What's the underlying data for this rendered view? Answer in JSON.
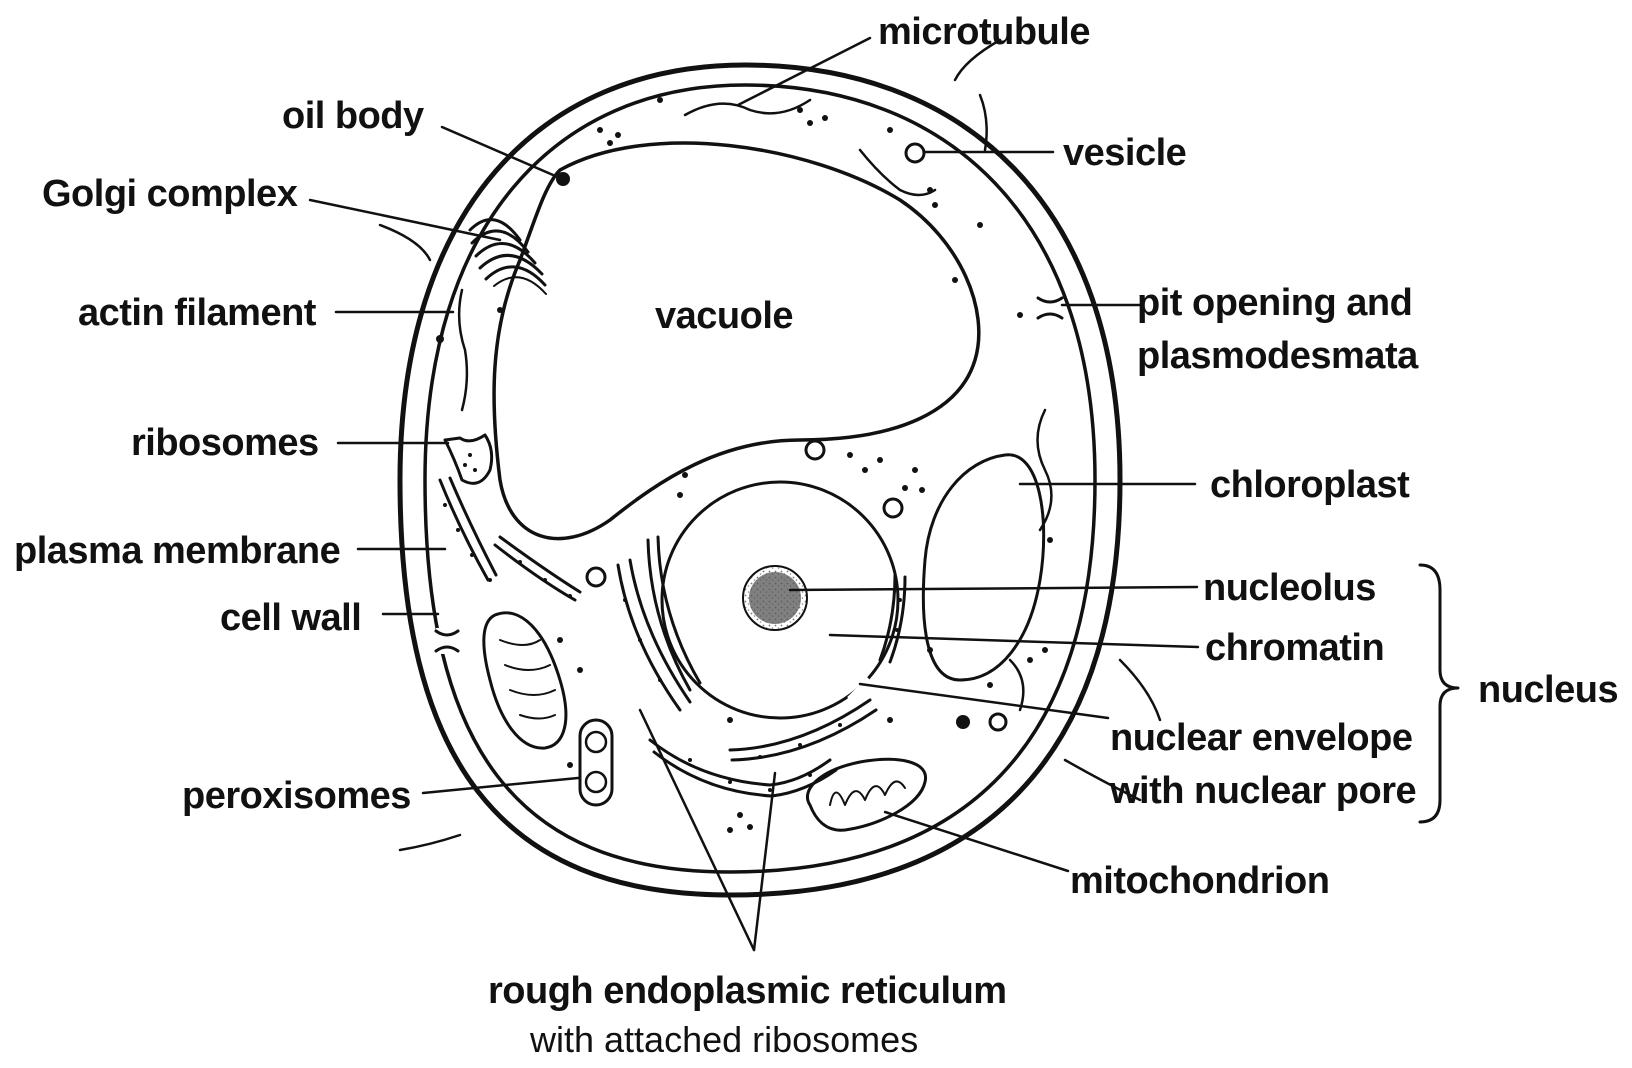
{
  "labels": {
    "microtubule": "microtubule",
    "oil_body": "oil body",
    "vesicle": "vesicle",
    "golgi_complex": "Golgi complex",
    "actin_filament": "actin filament",
    "pit_opening_line1": "pit opening and",
    "pit_opening_line2": "plasmodesmata",
    "vacuole": "vacuole",
    "ribosomes": "ribosomes",
    "chloroplast": "chloroplast",
    "plasma_membrane": "plasma membrane",
    "nucleolus": "nucleolus",
    "cell_wall": "cell wall",
    "chromatin": "chromatin",
    "nucleus": "nucleus",
    "nuclear_envelope_line1": "nuclear envelope",
    "nuclear_envelope_line2": "with nuclear pore",
    "peroxisomes": "peroxisomes",
    "mitochondrion": "mitochondrion",
    "rer_line1": "rough endoplasmic reticulum",
    "rer_line2": "with attached ribosomes"
  }
}
